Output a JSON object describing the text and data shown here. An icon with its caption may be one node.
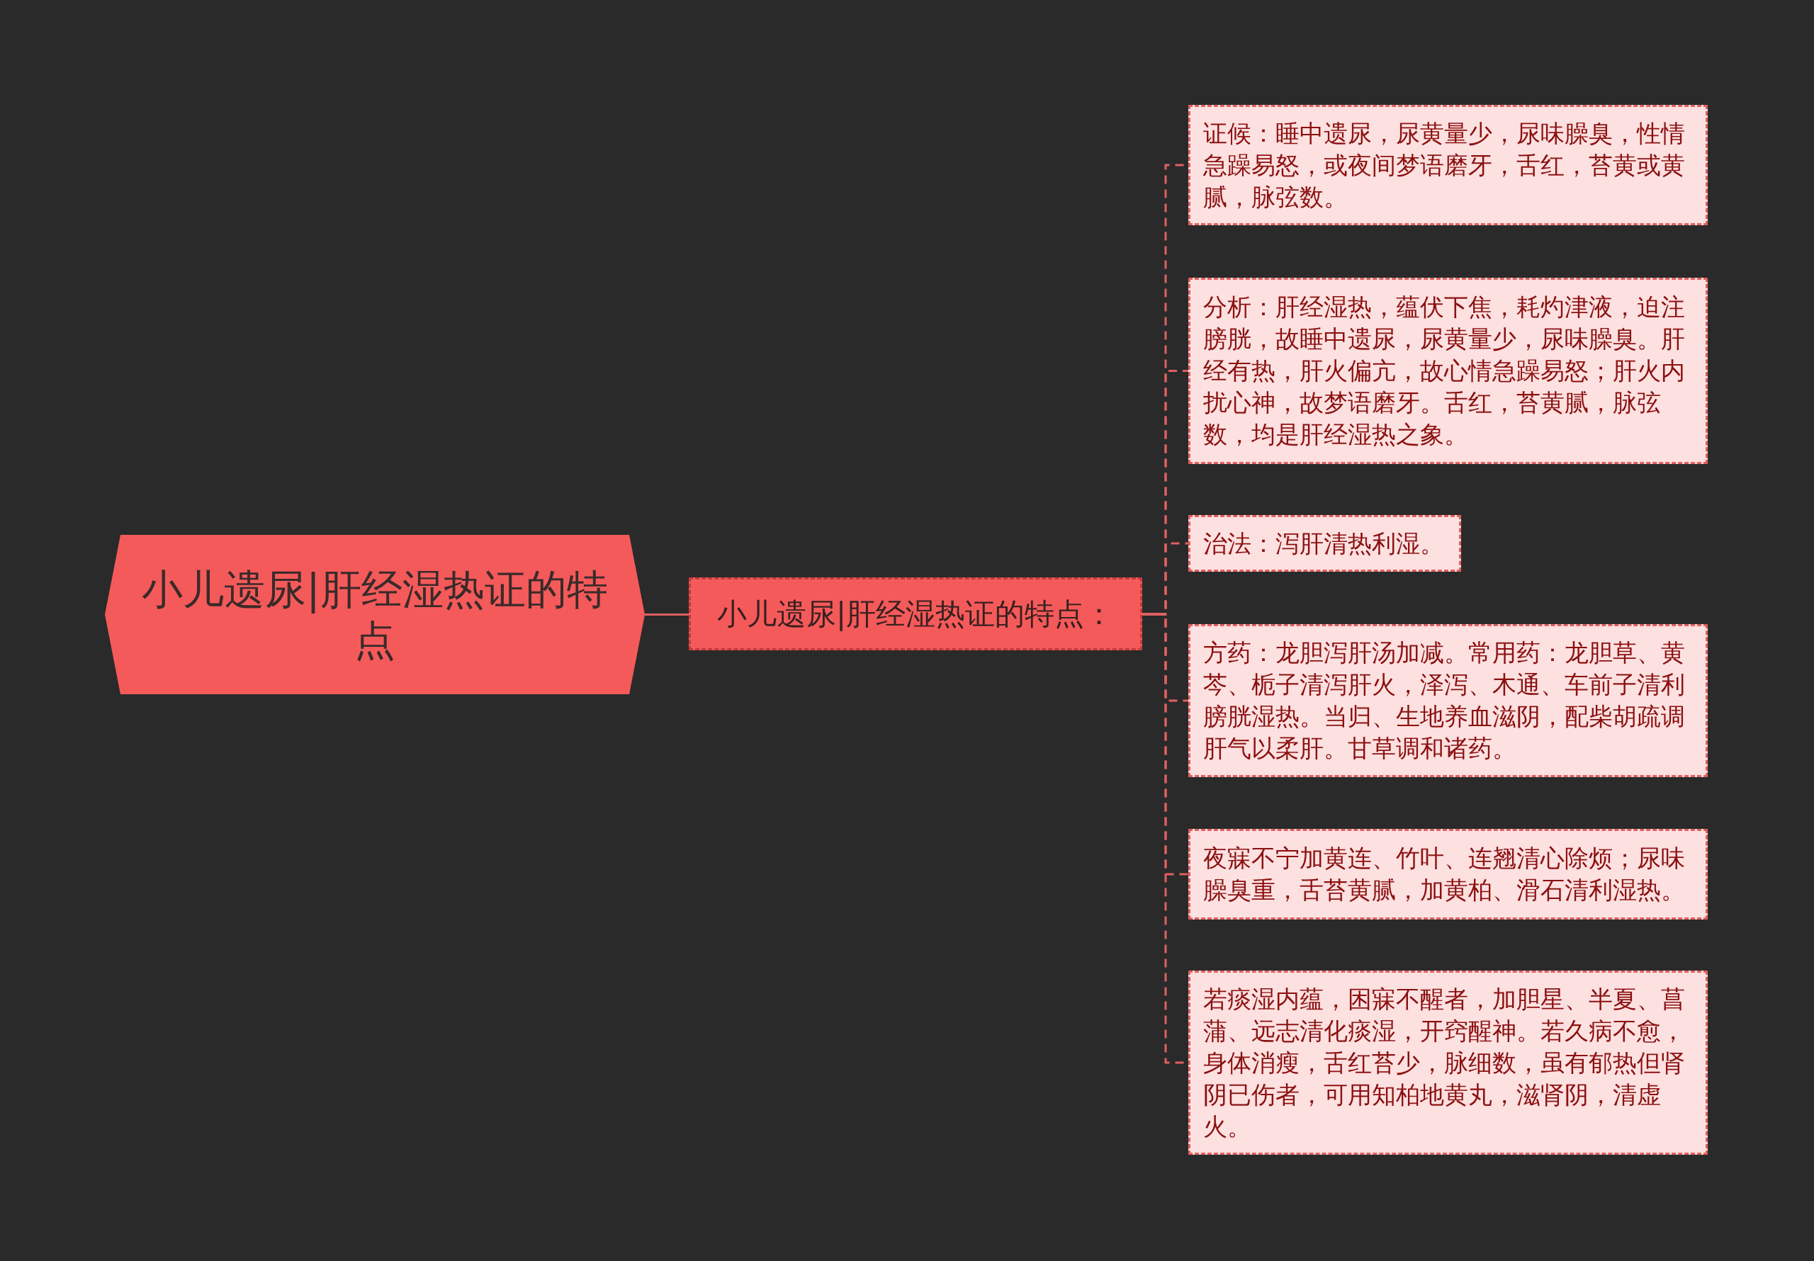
{
  "diagram": {
    "nodes": [
      {
        "text": [
          "小儿遗尿|肝经湿热证的特点"
        ]
      },
      {
        "text": [
          "小儿遗尿|肝经湿热证的特点："
        ]
      },
      {
        "text": [
          "证候：睡中遗尿，尿黄量少，尿味臊臭，性情急躁易怒，或夜间梦语磨牙，舌红，苔黄或黄腻，脉弦数。"
        ]
      },
      {
        "text": [
          "分析：肝经湿热，蕴伏下焦，耗灼津液，迫注膀胱，故睡中遗尿，尿黄量少，尿味臊臭。肝经有热，肝火偏亢，故心情急躁易怒；肝火内扰心神，故梦语磨牙。舌红，苔黄腻，脉弦数，均是肝经湿热之象。"
        ]
      },
      {
        "text": [
          "治法：泻肝清热利湿。"
        ]
      },
      {
        "text": [
          "方药：龙胆泻肝汤加减。常用药：龙胆草、黄芩、栀子清泻肝火，泽泻、木通、车前子清利膀胱湿热。当归、生地养血滋阴，配柴胡疏调肝气以柔肝。甘草调和诸药。"
        ]
      },
      {
        "text": [
          "夜寐不宁加黄连、竹叶、连翘清心除烦；尿味臊臭重，舌苔黄腻，加黄柏、滑石清利湿热。"
        ]
      },
      {
        "text": [
          "若痰湿内蕴，困寐不醒者，加胆星、半夏、菖蒲、远志清化痰湿，开窍醒神。若久病不愈，身体消瘦，舌红苔少，脉细数，虽有郁热但肾阴已伤者，可用知柏地黄丸，滋肾阴，清虚火。"
        ]
      }
    ],
    "edges": [
      {
        "from": 0,
        "to": 1,
        "arrow": "none"
      },
      {
        "from": 1,
        "to": 2,
        "arrow": "none",
        "style": "dashed"
      },
      {
        "from": 1,
        "to": 3,
        "arrow": "none",
        "style": "dashed"
      },
      {
        "from": 1,
        "to": 4,
        "arrow": "none",
        "style": "dashed"
      },
      {
        "from": 1,
        "to": 5,
        "arrow": "none",
        "style": "dashed"
      },
      {
        "from": 1,
        "to": 6,
        "arrow": "none",
        "style": "dashed"
      },
      {
        "from": 1,
        "to": 7,
        "arrow": "none",
        "style": "dashed"
      }
    ]
  }
}
